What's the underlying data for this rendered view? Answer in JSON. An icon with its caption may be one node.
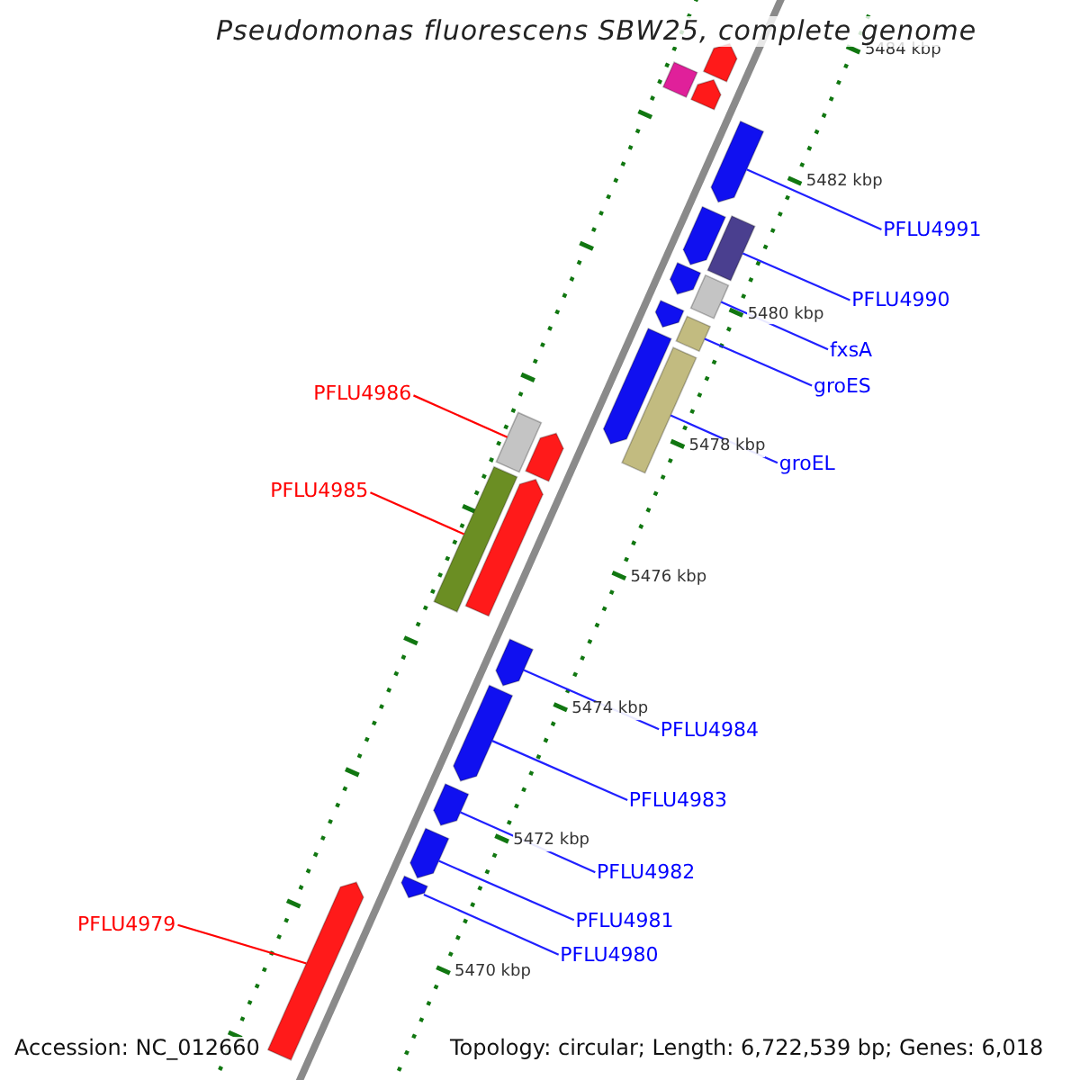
{
  "diagram": {
    "title": "Pseudomonas fluorescens SBW25, complete genome",
    "nodes": [
      {
        "text": [
          "PFLU4991"
        ]
      },
      {
        "text": [
          "PFLU4990"
        ]
      },
      {
        "text": [
          "fxsA"
        ]
      },
      {
        "text": [
          "PFLU4986"
        ]
      },
      {
        "text": [
          "groES"
        ]
      },
      {
        "text": [
          "groEL"
        ]
      },
      {
        "text": [
          "PFLU4985"
        ]
      },
      {
        "text": [
          "PFLU4984"
        ]
      },
      {
        "text": [
          "PFLU4983"
        ]
      },
      {
        "text": [
          "PFLU4982"
        ]
      },
      {
        "text": [
          "PFLU4981"
        ]
      },
      {
        "text": [
          "PFLU4979"
        ]
      },
      {
        "text": [
          "PFLU4980"
        ]
      },
      {
        "text": [],
        "shape": "bar"
      },
      {
        "text": [],
        "shape": "bar"
      },
      {
        "text": [],
        "shape": "bar"
      },
      {
        "text": [],
        "shape": "bar"
      },
      {
        "text": [],
        "shape": "bar"
      },
      {
        "text": [],
        "shape": "bar"
      },
      {
        "text": [],
        "shape": "bar"
      },
      {
        "text": [],
        "shape": "bar"
      },
      {
        "text": [],
        "shape": "bar"
      },
      {
        "text": [],
        "shape": "bar"
      },
      {
        "text": [],
        "shape": "bar"
      },
      {
        "text": [],
        "shape": "bar"
      },
      {
        "text": [],
        "shape": "bar"
      },
      {
        "text": [],
        "shape": "bar"
      },
      {
        "text": [],
        "shape": "bar"
      },
      {
        "text": [],
        "shape": "bar"
      },
      {
        "text": [],
        "shape": "bar"
      },
      {
        "text": [],
        "shape": "bar"
      },
      {
        "text": [],
        "shape": "bar"
      },
      {
        "text": [],
        "shape": "bar"
      },
      {
        "text": [],
        "shape": "bar"
      },
      {
        "text": [],
        "shape": "bar"
      }
    ],
    "edges": [
      {
        "from": 0,
        "to": 16,
        "arrow": "none"
      },
      {
        "from": 1,
        "to": 18,
        "arrow": "none"
      },
      {
        "from": 2,
        "to": 20,
        "arrow": "none"
      },
      {
        "from": 3,
        "to": 25,
        "arrow": "none",
        "color": "#ff0000"
      },
      {
        "from": 4,
        "to": 22,
        "arrow": "none"
      },
      {
        "from": 5,
        "to": 24,
        "arrow": "none"
      },
      {
        "from": 6,
        "to": 27,
        "arrow": "none",
        "color": "#ff0000"
      },
      {
        "from": 7,
        "to": 29,
        "arrow": "none"
      },
      {
        "from": 8,
        "to": 30,
        "arrow": "none"
      },
      {
        "from": 9,
        "to": 31,
        "arrow": "none"
      },
      {
        "from": 10,
        "to": 32,
        "arrow": "none"
      },
      {
        "from": 11,
        "to": 34,
        "arrow": "none",
        "color": "#ff0000"
      },
      {
        "from": 12,
        "to": 33,
        "arrow": "none"
      }
    ],
    "labels": [
      "5484 kbp",
      "5482 kbp",
      "5480 kbp",
      "5478 kbp",
      "5476 kbp",
      "5474 kbp",
      "5472 kbp",
      "5470 kbp",
      "Accession: NC_012660",
      "Topology: circular; Length: 6,722,539 bp; Genes: 6,018"
    ]
  }
}
